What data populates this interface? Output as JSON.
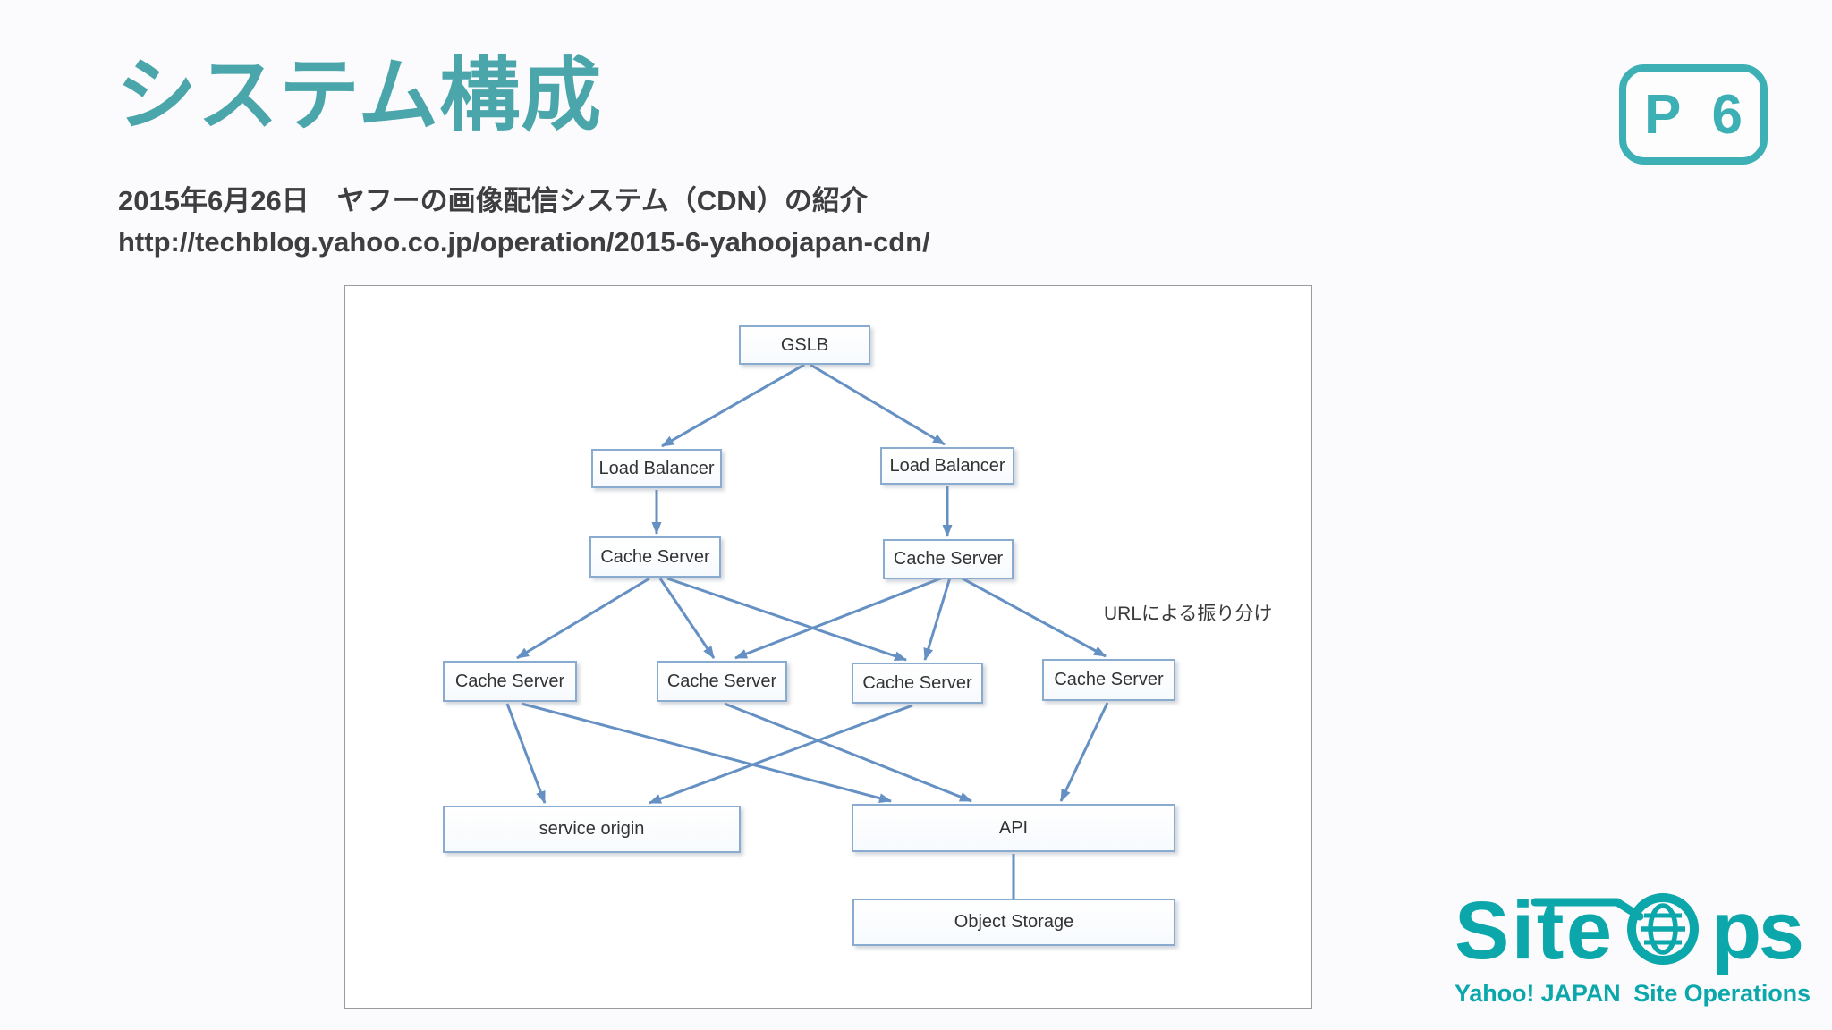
{
  "page": {
    "title": "システム構成",
    "page_badge": "P 6"
  },
  "subtitle": {
    "line1": "2015年6月26日　ヤフーの画像配信システム（CDN）の紹介",
    "line2": "http://techblog.yahoo.co.jp/operation/2015-6-yahoojapan-cdn/"
  },
  "colors": {
    "title_teal": "#4aa6ab",
    "badge_teal": "#3db0b5",
    "logo_teal": "#0ba7ab",
    "edge_blue": "#6590c3",
    "node_border_blue": "#89abd0",
    "subtitle_gray": "#3e3e40"
  },
  "diagram": {
    "type": "flowchart",
    "annotation": "URLによる振り分け",
    "nodes": {
      "gslb": "GSLB",
      "load_balancer_left": "Load Balancer",
      "load_balancer_right": "Load Balancer",
      "cache_tier2_left": "Cache Server",
      "cache_tier2_right": "Cache Server",
      "cache_tier3_1": "Cache Server",
      "cache_tier3_2": "Cache Server",
      "cache_tier3_3": "Cache Server",
      "cache_tier3_4": "Cache Server",
      "service_origin": "service origin",
      "api": "API",
      "object_storage": "Object Storage"
    },
    "edges": [
      {
        "from": "GSLB",
        "to": "Load Balancer (left)",
        "arrow": true
      },
      {
        "from": "GSLB",
        "to": "Load Balancer (right)",
        "arrow": true
      },
      {
        "from": "Load Balancer (left)",
        "to": "Cache Server (tier2 left)",
        "arrow": true
      },
      {
        "from": "Load Balancer (right)",
        "to": "Cache Server (tier2 right)",
        "arrow": true
      },
      {
        "from": "Cache Server (tier2 left)",
        "to": "Cache Server (tier3 #1)",
        "arrow": true
      },
      {
        "from": "Cache Server (tier2 left)",
        "to": "Cache Server (tier3 #2)",
        "arrow": true
      },
      {
        "from": "Cache Server (tier2 left)",
        "to": "Cache Server (tier3 #3)",
        "arrow": true
      },
      {
        "from": "Cache Server (tier2 right)",
        "to": "Cache Server (tier3 #2)",
        "arrow": true
      },
      {
        "from": "Cache Server (tier2 right)",
        "to": "Cache Server (tier3 #3)",
        "arrow": true
      },
      {
        "from": "Cache Server (tier2 right)",
        "to": "Cache Server (tier3 #4)",
        "arrow": true
      },
      {
        "from": "Cache Server (tier3 #1)",
        "to": "service origin",
        "arrow": true
      },
      {
        "from": "Cache Server (tier3 #1)",
        "to": "API",
        "arrow": true
      },
      {
        "from": "Cache Server (tier3 #2)",
        "to": "API",
        "arrow": true
      },
      {
        "from": "Cache Server (tier3 #3)",
        "to": "service origin",
        "arrow": true
      },
      {
        "from": "Cache Server (tier3 #4)",
        "to": "API",
        "arrow": true
      },
      {
        "from": "API",
        "to": "Object Storage",
        "arrow": false
      }
    ]
  },
  "logo": {
    "wordmark_left": "Site",
    "wordmark_right": "ps",
    "tagline": "Yahoo! JAPAN  Site Operations"
  }
}
